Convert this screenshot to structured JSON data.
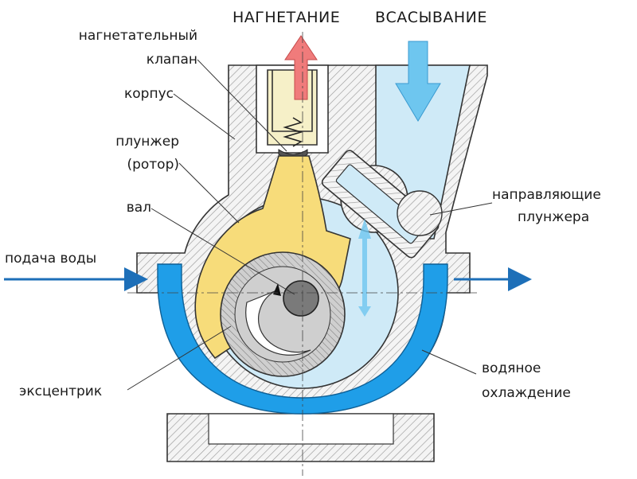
{
  "titles": {
    "discharge": "НАГНЕТАНИЕ",
    "suction": "ВСАСЫВАНИЕ"
  },
  "labels": {
    "discharge_valve_1": "нагнетательный",
    "discharge_valve_2": "клапан",
    "housing": "корпус",
    "plunger_1": "плунжер",
    "plunger_2": "(ротор)",
    "shaft": "вал",
    "water_supply": "подача воды",
    "eccentric": "эксцентрик",
    "guide_1": "направляющие",
    "guide_2": "плунжера",
    "cooling_1": "водяное",
    "cooling_2": "охлаждение"
  },
  "colors": {
    "hatch": "#9a9a9a",
    "housing_fill": "#f2f2f2",
    "chamber": "#cfeaf7",
    "suction_arrow": "#6ec6ef",
    "discharge_arrow": "#f07b7b",
    "plunger": "#f7dc7a",
    "valve_fluid": "#f6f0c8",
    "water_jacket": "#1f9ee8",
    "water_flow": "#1d6fb8",
    "eccentric_fill": "#bdbdbd",
    "shaft": "#7a7a7a"
  }
}
